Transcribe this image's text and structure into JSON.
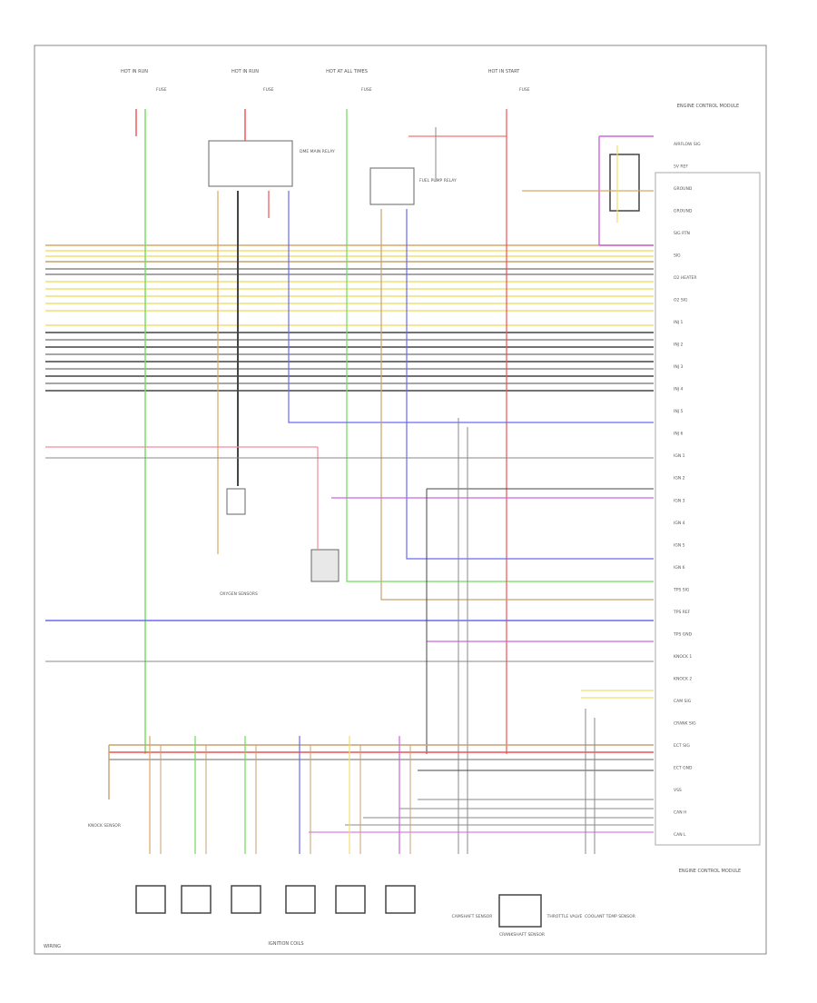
{
  "colors": {
    "green": "#6fdd5a",
    "red": "#f05050",
    "yellow": "#f0e070",
    "orange": "#d9a866",
    "pink": "#f08aa0",
    "violet": "#cc66dd",
    "blue": "#6a6af0",
    "gray": "#888888",
    "dark": "#444444",
    "tan": "#c8a070",
    "black": "#111111"
  },
  "labels": {
    "top_hot_1": "HOT IN RUN",
    "top_hot_2": "HOT IN RUN",
    "top_hot_3": "HOT AT ALL TIMES",
    "top_hot_4": "HOT IN START",
    "fuse_1": "FUSE",
    "fuse_2": "FUSE",
    "fuse_3": "FUSE",
    "fuse_4": "FUSE",
    "ecm_title": "ENGINE CONTROL MODULE",
    "ecm_bottom": "ENGINE CONTROL MODULE",
    "dme_relay": "DME MAIN RELAY",
    "fuel_pump_relay": "FUEL PUMP RELAY",
    "ignition_coils": "IGNITION COILS",
    "knock_sensor": "KNOCK SENSOR",
    "camshaft_sensor": "CAMSHAFT SENSOR",
    "crankshaft_sensor": "CRANKSHAFT SENSOR",
    "throttle_valve": "THROTTLE VALVE",
    "coolant_sensor": "COOLANT TEMP SENSOR",
    "oxygen_sensors": "OXYGEN SENSORS",
    "footer_code": "WIRING"
  },
  "ecm_pins": [
    "AIRFLOW SIG",
    "5V REF",
    "GROUND",
    "GROUND",
    "SIG RTN",
    "SIG",
    "O2 HEATER",
    "O2 SIG",
    "INJ 1",
    "INJ 2",
    "INJ 3",
    "INJ 4",
    "INJ 5",
    "INJ 6",
    "IGN 1",
    "IGN 2",
    "IGN 3",
    "IGN 4",
    "IGN 5",
    "IGN 6",
    "TPS SIG",
    "TPS REF",
    "TPS GND",
    "KNOCK 1",
    "KNOCK 2",
    "CAM SIG",
    "CRANK SIG",
    "ECT SIG",
    "ECT GND",
    "VSS",
    "CAN H",
    "CAN L"
  ]
}
